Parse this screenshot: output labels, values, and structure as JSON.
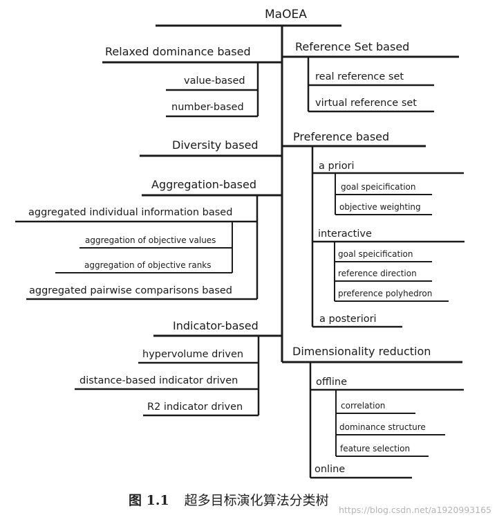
{
  "root": "MaOEA",
  "left_branches": {
    "relaxed_dominance": {
      "label": "Relaxed dominance based",
      "children": [
        "value-based",
        "number-based"
      ]
    },
    "diversity": {
      "label": "Diversity based"
    },
    "aggregation": {
      "label": "Aggregation-based",
      "individual": {
        "label": "aggregated individual information based",
        "children": [
          "aggregation of objective values",
          "aggregation of objective ranks"
        ]
      },
      "pairwise": {
        "label": "aggregated pairwise comparisons based"
      }
    },
    "indicator": {
      "label": "Indicator-based",
      "children": [
        "hypervolume driven",
        "distance-based indicator driven",
        "R2 indicator driven"
      ]
    }
  },
  "right_branches": {
    "reference_set": {
      "label": "Reference Set based",
      "children": [
        "real reference set",
        "virtual reference set"
      ]
    },
    "preference": {
      "label": "Preference based",
      "a_priori": {
        "label": "a priori",
        "children": [
          "goal speicification",
          "objective weighting"
        ]
      },
      "interactive": {
        "label": "interactive",
        "children": [
          "goal speicification",
          "reference direction",
          "preference polyhedron"
        ]
      },
      "a_posteriori": {
        "label": "a posteriori"
      }
    },
    "dimensionality": {
      "label": "Dimensionality reduction",
      "offline": {
        "label": "offline",
        "children": [
          "correlation",
          "dominance structure",
          "feature selection"
        ]
      },
      "online": {
        "label": "online"
      }
    }
  },
  "caption": {
    "number": "图 1.1",
    "text": "超多目标演化算法分类树"
  },
  "watermark": "https://blog.csdn.net/a1920993165"
}
